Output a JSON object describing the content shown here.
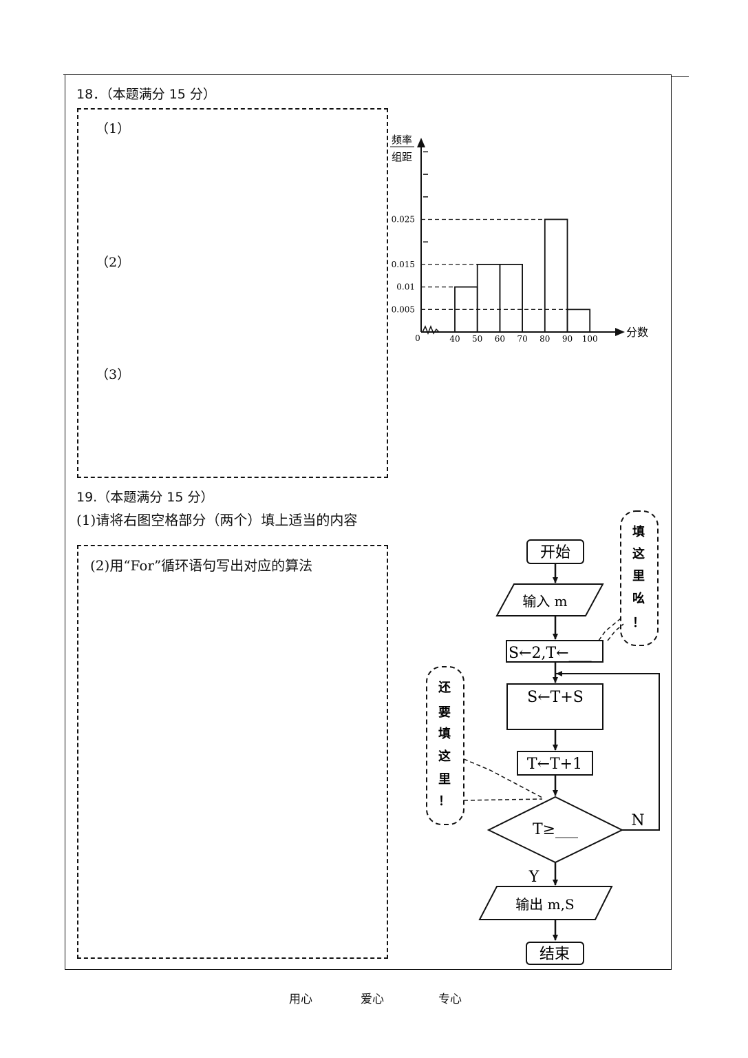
{
  "q18": {
    "title": "18．（本题满分 15 分）",
    "parts": [
      "（1）",
      "（2）",
      "（3）"
    ]
  },
  "q19": {
    "title": "19.（本题满分 15 分）",
    "part1": "(1)请将右图空格部分（两个）填上适当的内容",
    "part2": "(2)用“For”循环语句写出对应的算法"
  },
  "chart_data": {
    "type": "bar",
    "histogram": true,
    "ylabel_top": "频率",
    "ylabel_bottom": "组距",
    "xlabel": "分数",
    "origin_label": "0",
    "x_ticks": [
      "40",
      "50",
      "60",
      "70",
      "80",
      "90",
      "100"
    ],
    "y_ticks": [
      "0.005",
      "0.01",
      "0.015",
      "0.025"
    ],
    "bins": [
      [
        40,
        50
      ],
      [
        50,
        60
      ],
      [
        60,
        70
      ],
      [
        70,
        80
      ],
      [
        80,
        90
      ],
      [
        90,
        100
      ]
    ],
    "values": [
      0.01,
      0.015,
      0.015,
      null,
      0.025,
      0.005
    ],
    "unlabeled_y_ticks": [
      0.02,
      0.03,
      0.035,
      0.04
    ]
  },
  "flowchart": {
    "start": "开始",
    "input": "输入 m",
    "init": "S←2,T←___",
    "step1": "S←T+S",
    "step2": "T←T+1",
    "condition": "T≥___",
    "no": "N",
    "yes": "Y",
    "output": "输出 m,S",
    "end": "结束",
    "bubble1": [
      "填",
      "这",
      "里",
      "吆",
      "！"
    ],
    "bubble2": [
      "还",
      "要",
      "填",
      "这",
      "里",
      "！"
    ]
  },
  "footer": [
    "用心",
    "爱心",
    "专心"
  ]
}
